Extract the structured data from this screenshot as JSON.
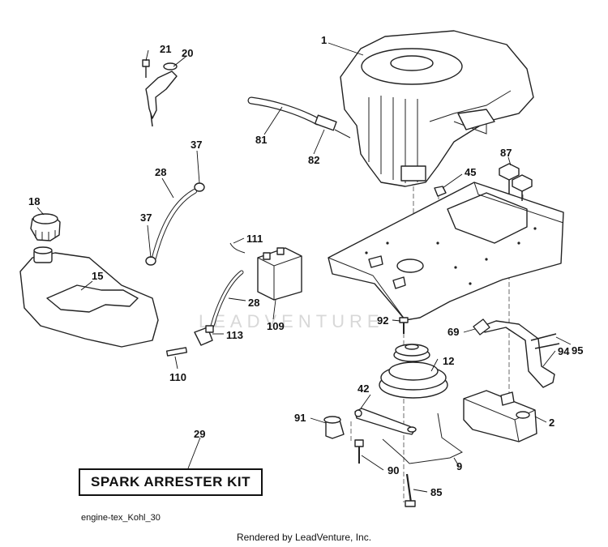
{
  "diagram": {
    "watermark": "LEADVENTURE",
    "kit_label": "SPARK ARRESTER KIT",
    "drawing_code": "engine-tex_Kohl_30",
    "footer": "Rendered by LeadVenture, Inc.",
    "callouts": {
      "c1": "1",
      "c2": "2",
      "c9": "9",
      "c12": "12",
      "c15": "15",
      "c18": "18",
      "c20": "20",
      "c21": "21",
      "c28a": "28",
      "c28b": "28",
      "c29": "29",
      "c37a": "37",
      "c37b": "37",
      "c42": "42",
      "c45": "45",
      "c69": "69",
      "c81": "81",
      "c82": "82",
      "c85": "85",
      "c87": "87",
      "c90": "90",
      "c91": "91",
      "c92": "92",
      "c94": "94",
      "c95": "95",
      "c109": "109",
      "c110": "110",
      "c111": "111",
      "c113": "113"
    }
  }
}
